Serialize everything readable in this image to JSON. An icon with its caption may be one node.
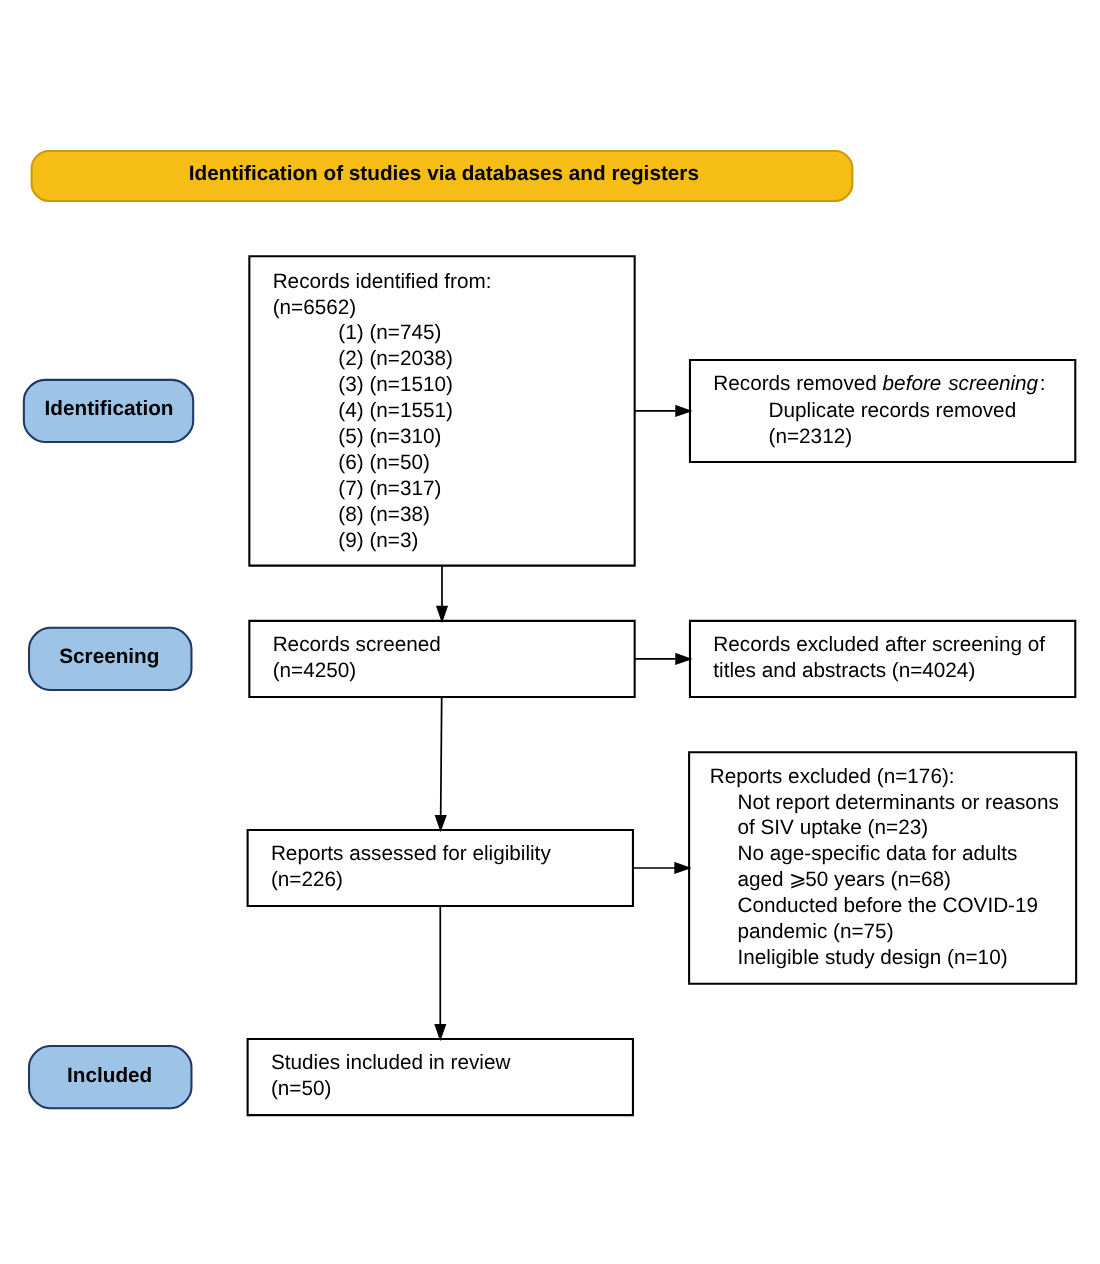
{
  "diagram": {
    "nodes": [
      {
        "text": [
          "Identification of studies via databases and registers"
        ]
      },
      {
        "text": [
          "Identification"
        ]
      },
      {
        "text": [
          "Records identified from: (n=6562)",
          "(1) (n=745)",
          "(2) (n=2038)",
          "(3) (n=1510)",
          "(4) (n=1551)",
          "(5) (n=310)",
          "(6) (n=50)",
          "(7) (n=317)",
          "(8) (n=38)",
          "(9) (n=3)"
        ]
      },
      {
        "text": [
          "Records removed *before screening*:",
          "Duplicate records removed (n=2312)"
        ]
      },
      {
        "text": [
          "Screening"
        ]
      },
      {
        "text": [
          "Records screened (n=4250)"
        ]
      },
      {
        "text": [
          "Records excluded after screening of titles and abstracts (n=4024)"
        ]
      },
      {
        "text": [
          "Reports assessed for eligibility (n=226)"
        ]
      },
      {
        "text": [
          "Reports excluded (n=176):",
          "Not report determinants or reasons of SIV uptake (n=23)",
          "No age-specific data for adults aged ⩾50 years (n=68)",
          "Conducted before the COVID-19 pandemic (n=75)",
          "Ineligible study design (n=10)"
        ]
      },
      {
        "text": [
          "Included"
        ]
      },
      {
        "text": [
          "Studies included in review (n=50)"
        ]
      }
    ],
    "edges": [
      {
        "from": 2,
        "to": 3,
        "arrow": "to"
      },
      {
        "from": 2,
        "to": 5,
        "arrow": "to"
      },
      {
        "from": 5,
        "to": 6,
        "arrow": "to"
      },
      {
        "from": 5,
        "to": 7,
        "arrow": "to"
      },
      {
        "from": 7,
        "to": 8,
        "arrow": "to"
      },
      {
        "from": 7,
        "to": 10,
        "arrow": "to"
      }
    ]
  }
}
